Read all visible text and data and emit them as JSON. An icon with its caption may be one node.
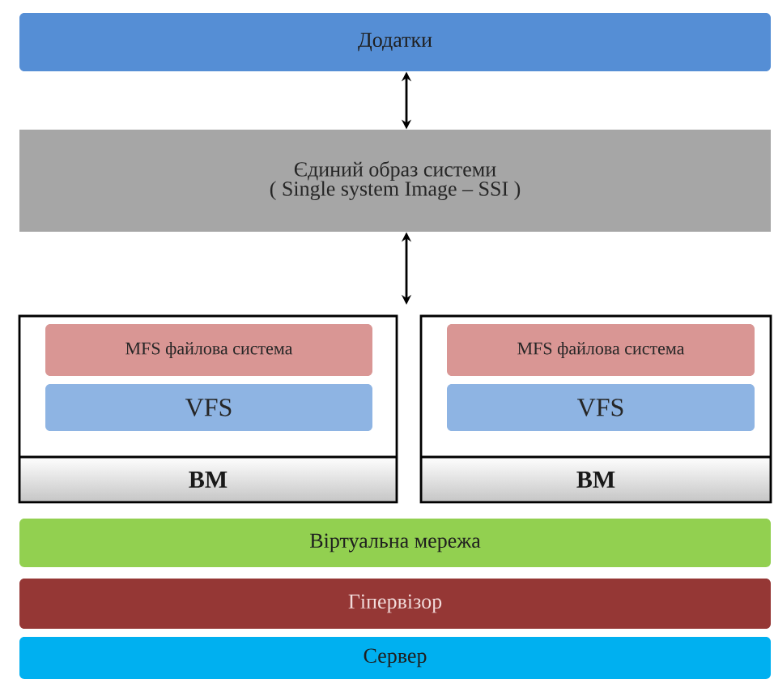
{
  "diagram": {
    "nodes": [
      {
        "text": [
          "Додатки"
        ]
      },
      {
        "text": [
          "Єдиний образ системи",
          "( Single system Image – SSI )"
        ]
      },
      {
        "text": [
          "ВМ"
        ]
      },
      {
        "text": [
          "MFS файлова система"
        ],
        "in": 2
      },
      {
        "text": [
          "VFS"
        ],
        "in": 2
      },
      {
        "text": [
          "ВМ"
        ]
      },
      {
        "text": [
          "MFS файлова система"
        ],
        "in": 5
      },
      {
        "text": [
          "VFS"
        ],
        "in": 5
      },
      {
        "text": [
          "Віртуальна мережа"
        ]
      },
      {
        "text": [
          "Гіпервізор"
        ]
      },
      {
        "text": [
          "Сервер"
        ]
      }
    ],
    "edges": [
      {
        "from": 0,
        "to": 1,
        "arrow": "both"
      },
      {
        "from": 1,
        "to": 2,
        "arrow": "both"
      }
    ]
  }
}
